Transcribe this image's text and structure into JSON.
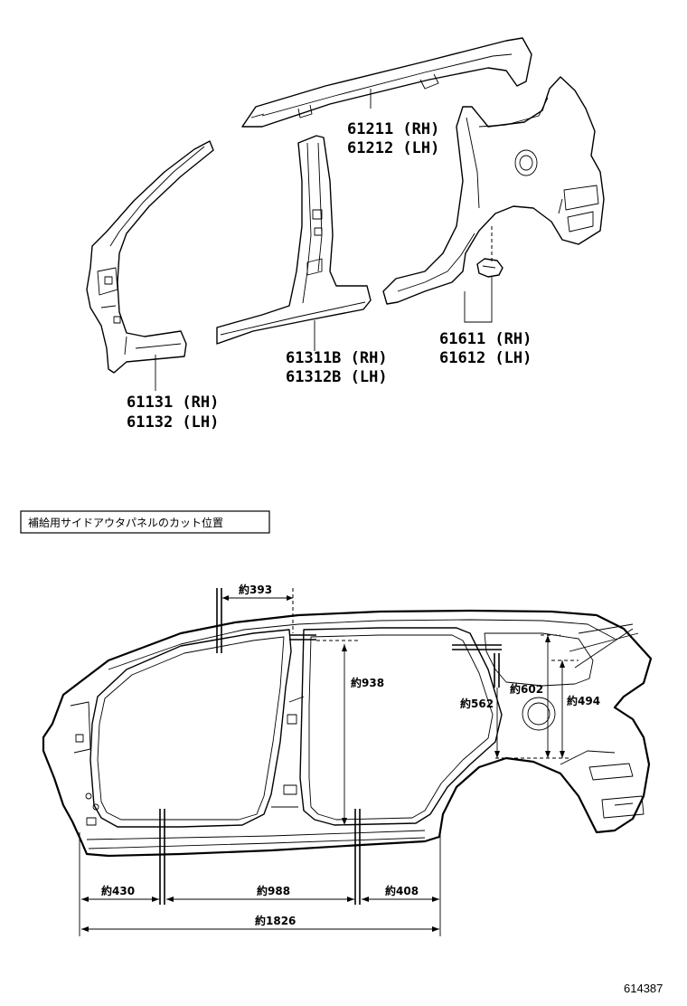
{
  "parts": {
    "roof_rail": [
      "61211 (RH)",
      "61212 (LH)"
    ],
    "center_pillar": [
      "61311B (RH)",
      "61312B (LH)"
    ],
    "front_pillar": [
      "61131 (RH)",
      "61132 (LH)"
    ],
    "quarter_panel": [
      "61611 (RH)",
      "61612 (LH)"
    ]
  },
  "section_label": "補給用サイドアウタパネルのカット位置",
  "dimensions": {
    "d393": "約393",
    "d938": "約938",
    "d602": "約602",
    "d562": "約562",
    "d494": "約494",
    "d430": "約430",
    "d988": "約988",
    "d408": "約408",
    "d1826": "約1826"
  },
  "diagram_code": "614387"
}
